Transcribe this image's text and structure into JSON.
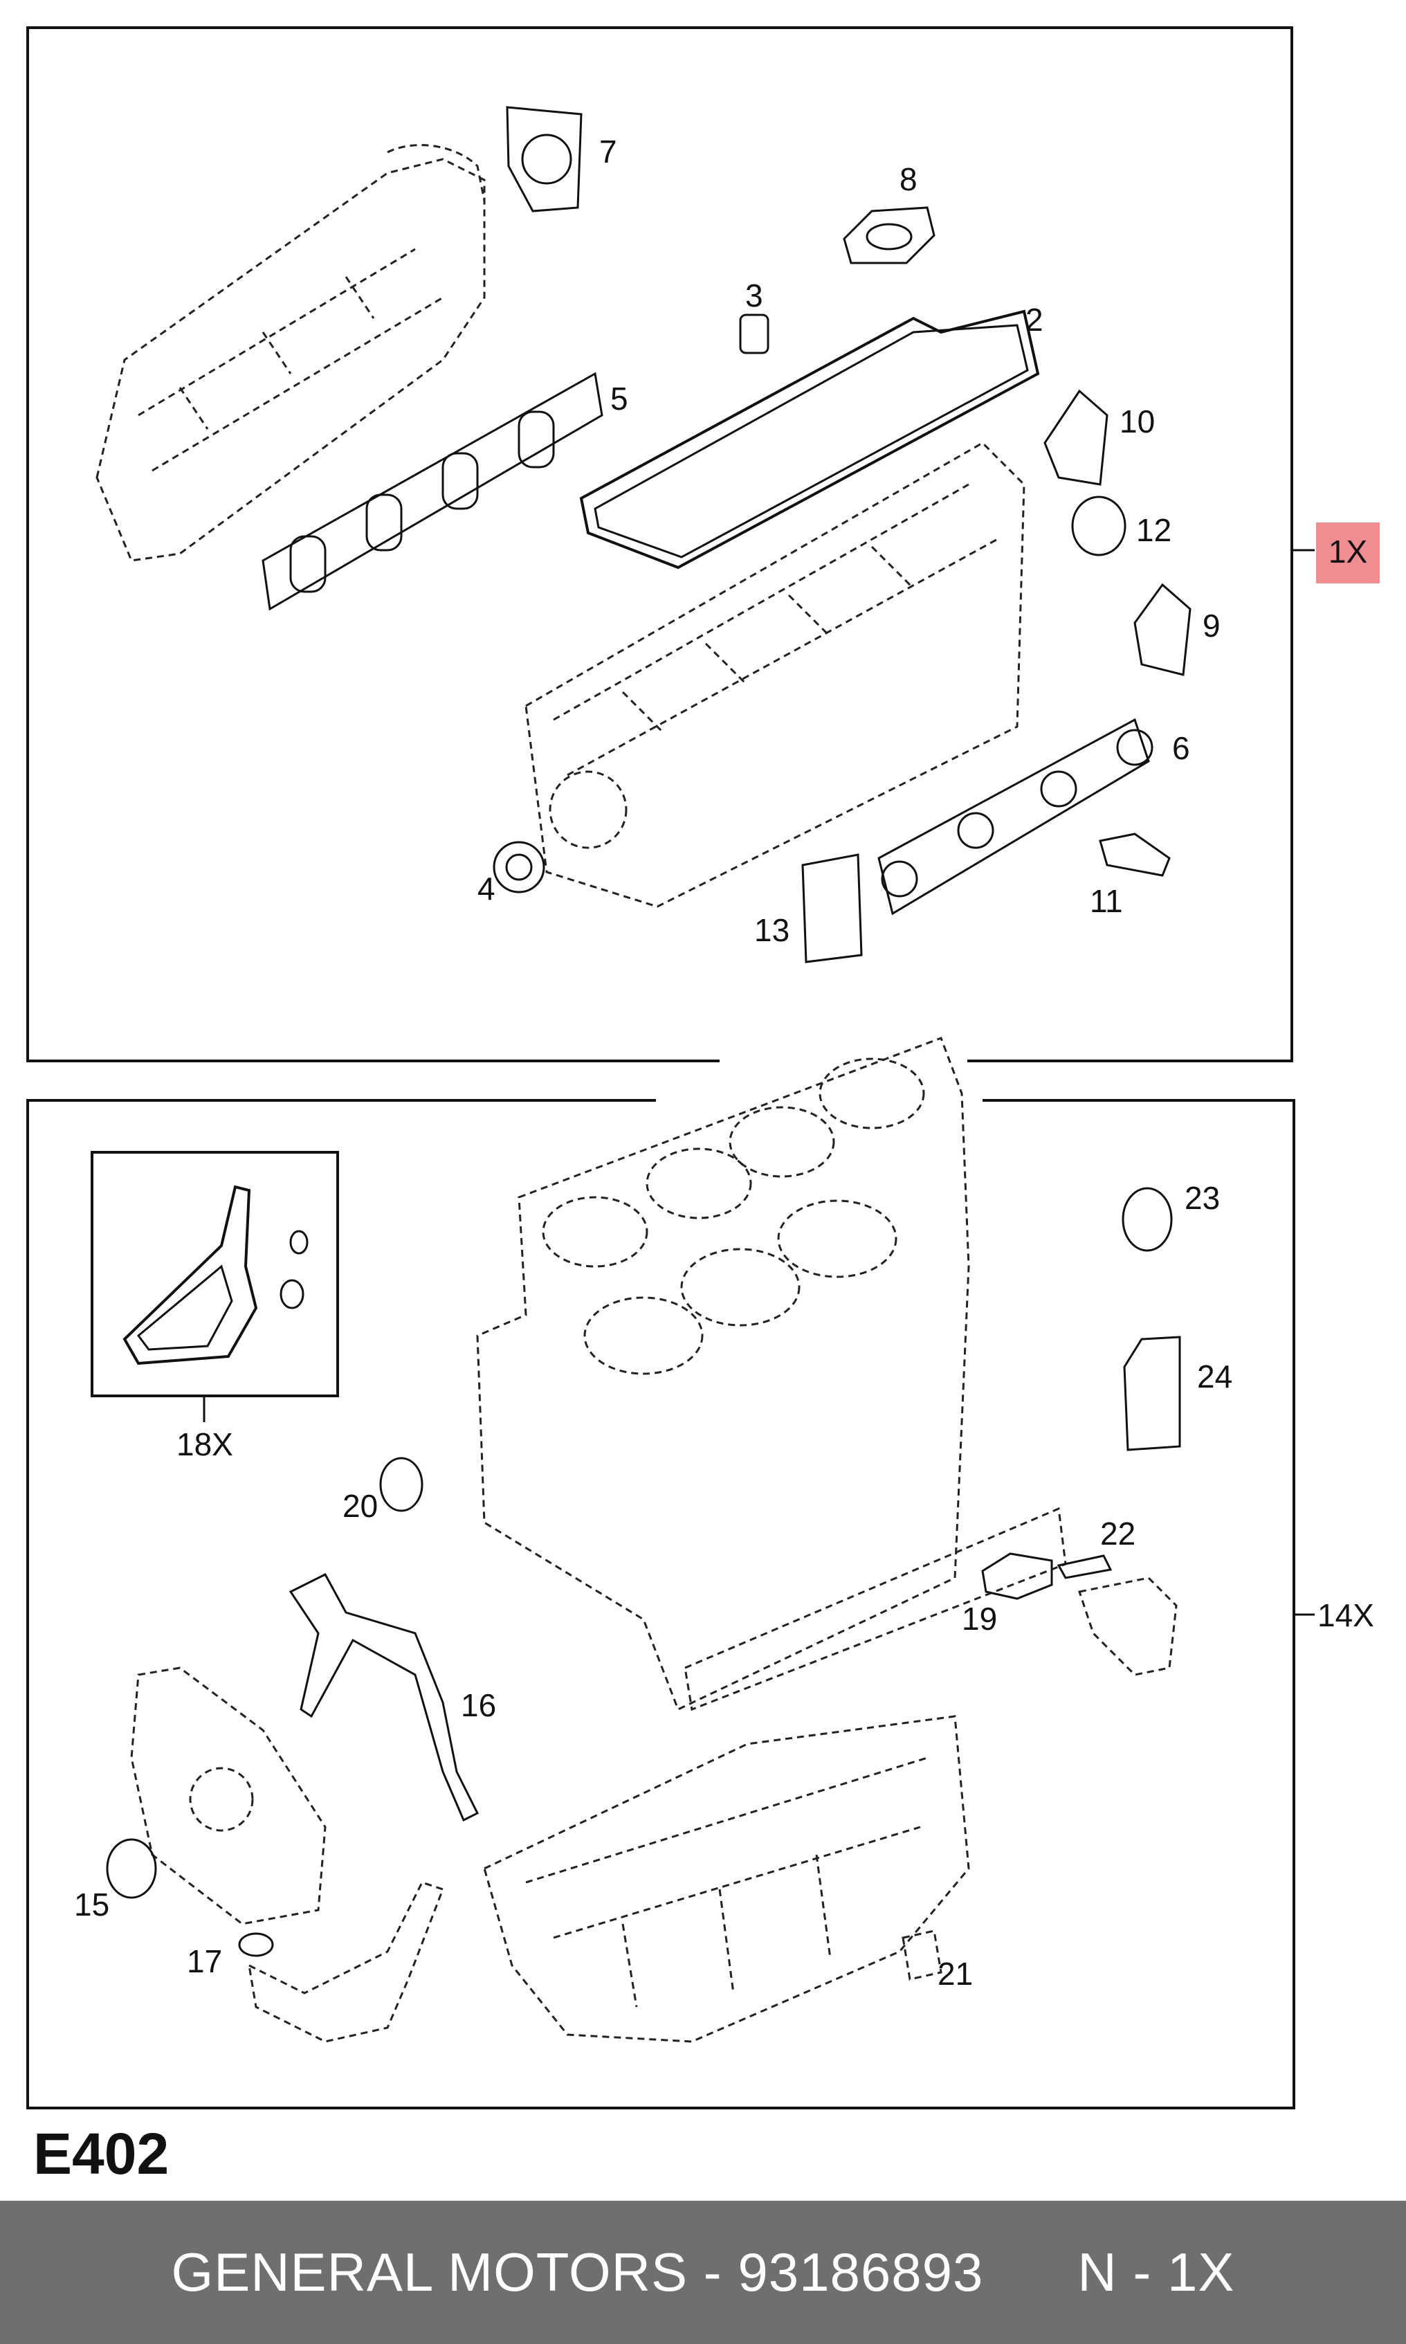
{
  "diagram": {
    "sheet_code": "E402",
    "upper_group": {
      "quantity_label": "1X",
      "highlight_color": "#f08d92",
      "callouts": [
        "2",
        "3",
        "4",
        "5",
        "6",
        "7",
        "8",
        "9",
        "10",
        "11",
        "12",
        "13"
      ]
    },
    "lower_group": {
      "quantity_label": "14X",
      "inset_quantity_label": "18X",
      "callouts": [
        "15",
        "16",
        "17",
        "19",
        "20",
        "21",
        "22",
        "23",
        "24"
      ]
    }
  },
  "footer": {
    "manufacturer": "GENERAL MOTORS",
    "separator": " - ",
    "part_number": "93186893",
    "spacer": "      ",
    "note": "N - 1X",
    "background_color": "#6f6f72"
  }
}
